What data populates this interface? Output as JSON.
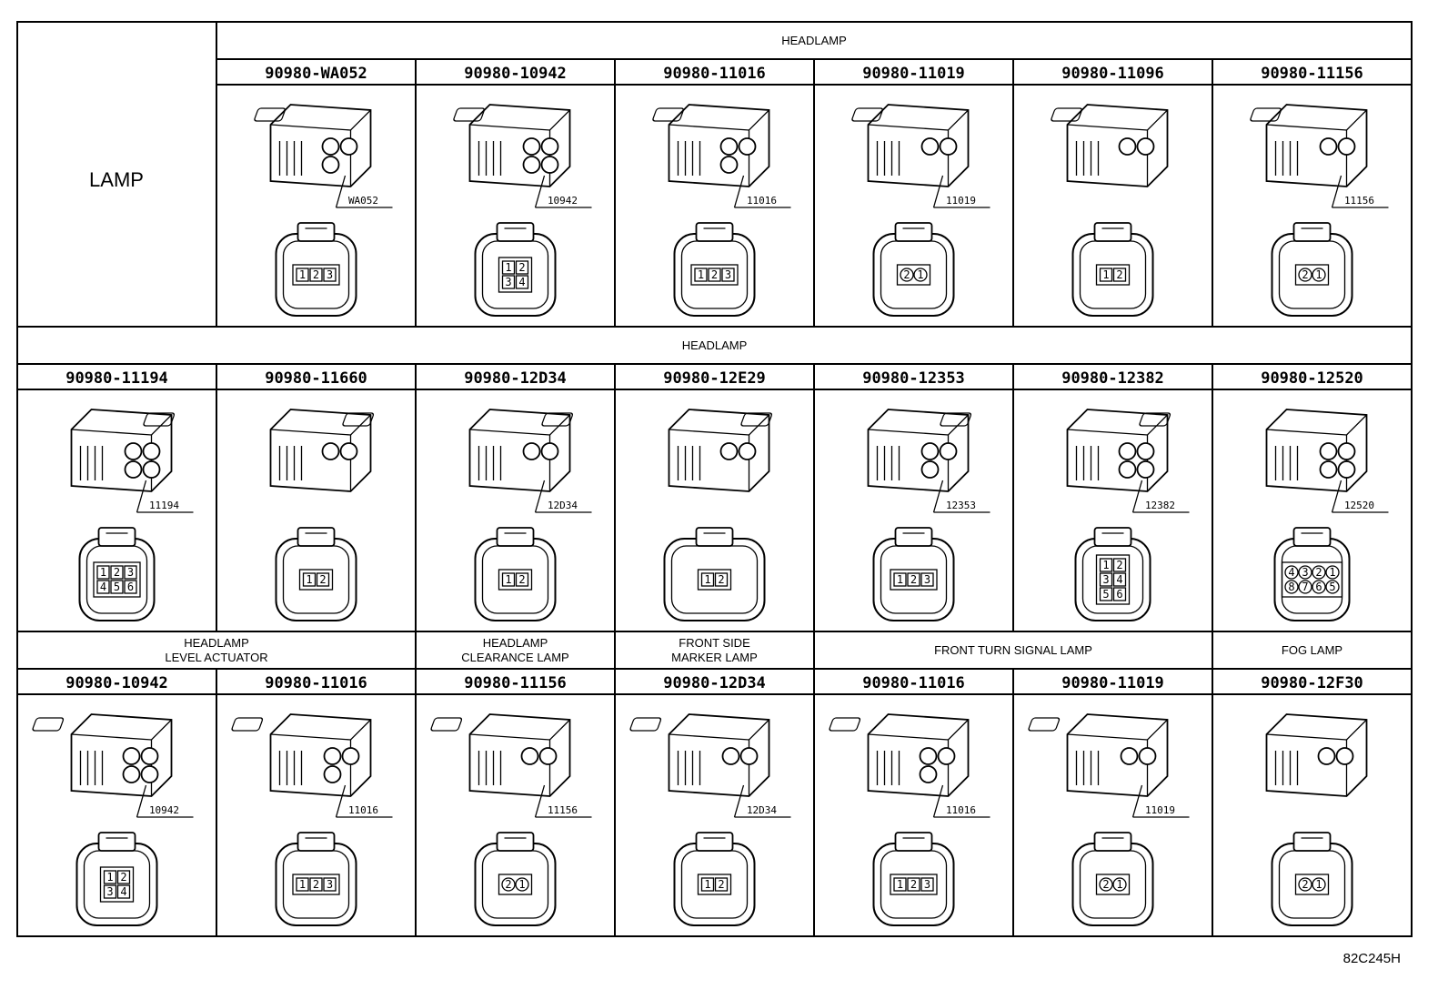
{
  "corner_label": "LAMP",
  "figure_code": "82C245H",
  "rows": [
    {
      "headers": [
        {
          "label": "HEADLAMP"
        }
      ],
      "cells": [
        {
          "part": "90980-WA052",
          "callout": "WA052",
          "pins": [
            "1",
            "2",
            "3"
          ]
        },
        {
          "part": "90980-10942",
          "callout": "10942",
          "pins": [
            "1",
            "2",
            "3",
            "4"
          ]
        },
        {
          "part": "90980-11016",
          "callout": "11016",
          "pins": [
            "1",
            "2",
            "3"
          ]
        },
        {
          "part": "90980-11019",
          "callout": "11019",
          "pins": [
            "2",
            "1"
          ]
        },
        {
          "part": "90980-11096",
          "callout": "",
          "pins": [
            "1",
            "2"
          ]
        },
        {
          "part": "90980-11156",
          "callout": "11156",
          "pins": [
            "2",
            "1"
          ]
        }
      ]
    },
    {
      "headers": [
        {
          "label": "HEADLAMP"
        }
      ],
      "cells": [
        {
          "part": "90980-11194",
          "callout": "11194",
          "pins": [
            "1",
            "2",
            "3",
            "4",
            "5",
            "6"
          ]
        },
        {
          "part": "90980-11660",
          "callout": "",
          "pins": [
            "1",
            "2"
          ]
        },
        {
          "part": "90980-12D34",
          "callout": "12D34",
          "pins": [
            "1",
            "2"
          ]
        },
        {
          "part": "90980-12E29",
          "callout": "",
          "pins": [
            "1",
            "2"
          ]
        },
        {
          "part": "90980-12353",
          "callout": "12353",
          "pins": [
            "1",
            "2",
            "3"
          ]
        },
        {
          "part": "90980-12382",
          "callout": "12382",
          "pins": [
            "1",
            "2",
            "3",
            "4",
            "5",
            "6"
          ]
        },
        {
          "part": "90980-12520",
          "callout": "12520",
          "pins": [
            "4",
            "3",
            "2",
            "1",
            "8",
            "7",
            "6",
            "5"
          ]
        }
      ]
    },
    {
      "headers": [
        {
          "label": "HEADLAMP\nLEVEL ACTUATOR"
        },
        {
          "label": "HEADLAMP\nCLEARANCE LAMP"
        },
        {
          "label": "FRONT SIDE\nMARKER LAMP"
        },
        {
          "label": "FRONT TURN SIGNAL LAMP"
        },
        {
          "label": "FOG LAMP"
        }
      ],
      "cells": [
        {
          "part": "90980-10942",
          "callout": "10942",
          "pins": [
            "1",
            "2",
            "3",
            "4"
          ]
        },
        {
          "part": "90980-11016",
          "callout": "11016",
          "pins": [
            "1",
            "2",
            "3"
          ]
        },
        {
          "part": "90980-11156",
          "callout": "11156",
          "pins": [
            "2",
            "1"
          ]
        },
        {
          "part": "90980-12D34",
          "callout": "12D34",
          "pins": [
            "1",
            "2"
          ]
        },
        {
          "part": "90980-11016",
          "callout": "11016",
          "pins": [
            "1",
            "2",
            "3"
          ]
        },
        {
          "part": "90980-11019",
          "callout": "11019",
          "pins": [
            "2",
            "1"
          ]
        },
        {
          "part": "90980-12F30",
          "callout": "",
          "pins": [
            "2",
            "1"
          ]
        }
      ]
    }
  ]
}
